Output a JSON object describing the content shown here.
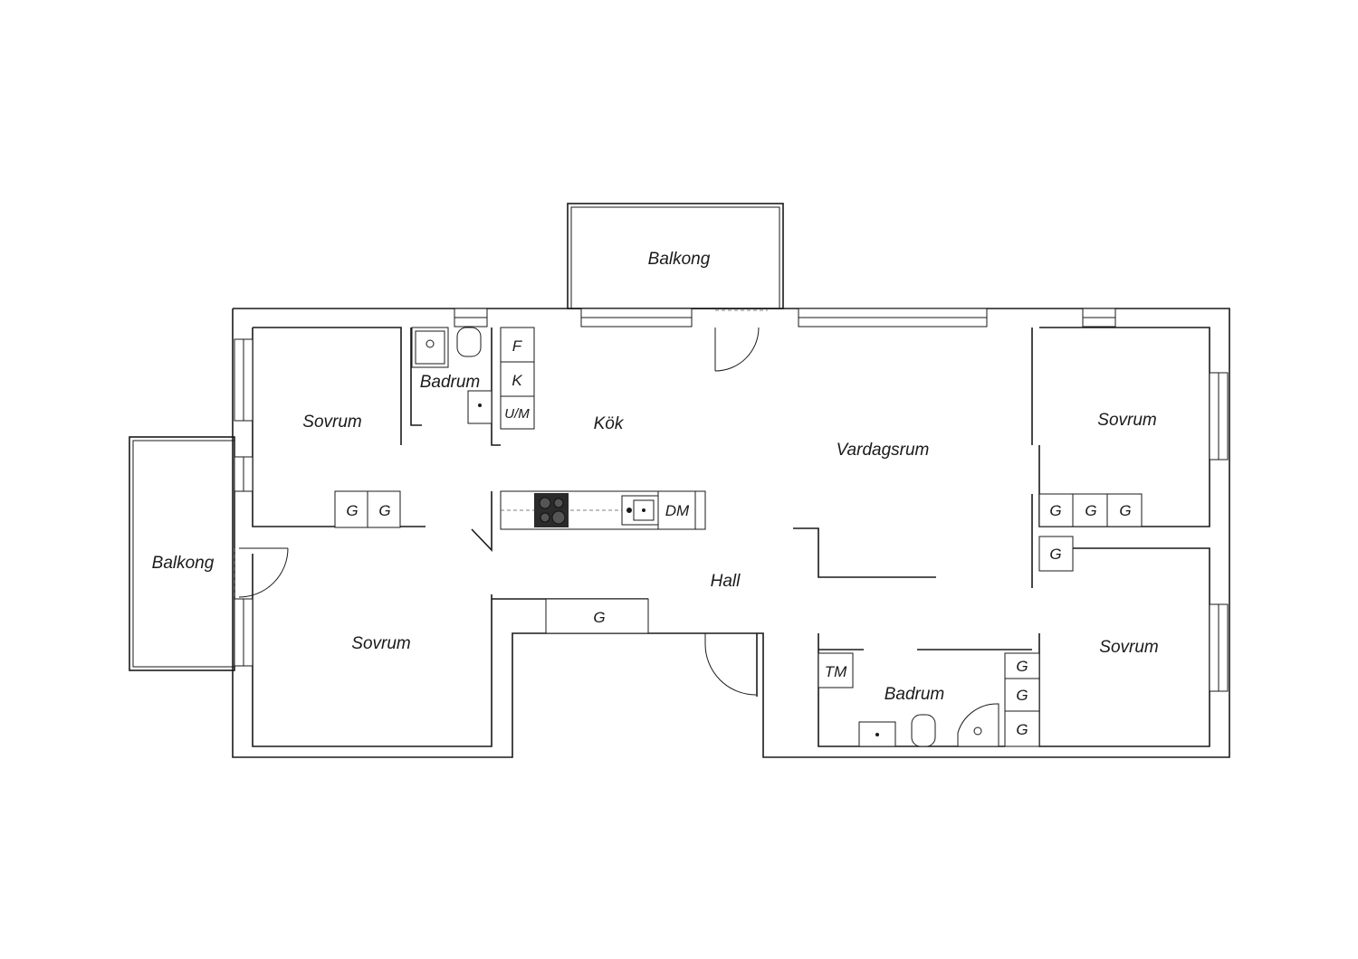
{
  "rooms": {
    "balkong_top": "Balkong",
    "balkong_left": "Balkong",
    "sovrum_top_left": "Sovrum",
    "sovrum_bottom_left": "Sovrum",
    "sovrum_top_right": "Sovrum",
    "sovrum_bottom_right": "Sovrum",
    "badrum_small": "Badrum",
    "badrum_large": "Badrum",
    "kok": "Kök",
    "vardagsrum": "Vardagsrum",
    "hall": "Hall"
  },
  "fixtures": {
    "fridge": "F",
    "freezer": "K",
    "oven_micro": "U/M",
    "dishwasher": "DM",
    "washing_machine": "TM",
    "wardrobe": "G"
  },
  "colors": {
    "walls": "#1a1a1a",
    "background": "#ffffff"
  }
}
